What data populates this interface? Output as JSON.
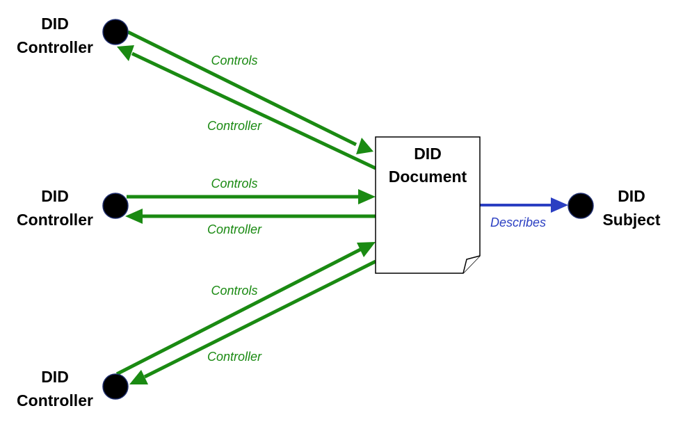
{
  "colors": {
    "controller_arrow": "#1a8a12",
    "describes_arrow": "#2b3fc2",
    "node_fill": "#000000",
    "document_fill": "#ffffff",
    "document_stroke": "#000000"
  },
  "controllers": [
    {
      "line1": "DID",
      "line2": "Controller"
    },
    {
      "line1": "DID",
      "line2": "Controller"
    },
    {
      "line1": "DID",
      "line2": "Controller"
    }
  ],
  "document": {
    "line1": "DID",
    "line2": "Document"
  },
  "subject": {
    "line1": "DID",
    "line2": "Subject"
  },
  "edges": {
    "top_controls": "Controls",
    "top_controller": "Controller",
    "mid_controls": "Controls",
    "mid_controller": "Controller",
    "bottom_controls": "Controls",
    "bottom_controller": "Controller",
    "describes": "Describes"
  }
}
